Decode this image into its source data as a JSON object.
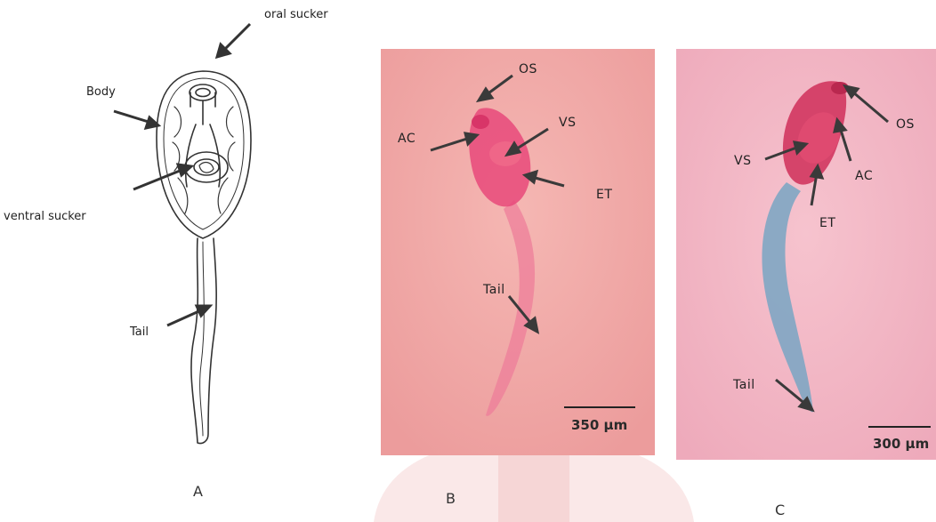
{
  "panels": [
    {
      "letter": "A",
      "labels": {
        "oral_sucker": "oral sucker",
        "body": "Body",
        "ventral_sucker": "ventral sucker",
        "tail": "Tail"
      }
    },
    {
      "letter": "B",
      "labels": {
        "os": "OS",
        "ac": "AC",
        "vs": "VS",
        "et": "ET",
        "tail": "Tail"
      },
      "scale_bar": "350 µm",
      "background": "#f0a6a6",
      "stain": "#e7497a"
    },
    {
      "letter": "C",
      "labels": {
        "os": "OS",
        "vs": "VS",
        "ac": "AC",
        "et": "ET",
        "tail": "Tail"
      },
      "scale_bar": "300 µm",
      "background": "#f2b5c2",
      "stain_body": "#d2365f",
      "stain_tail": "#7fa6c3"
    }
  ],
  "watermark": {
    "color": "#f3c9c9",
    "shape": "crest"
  }
}
